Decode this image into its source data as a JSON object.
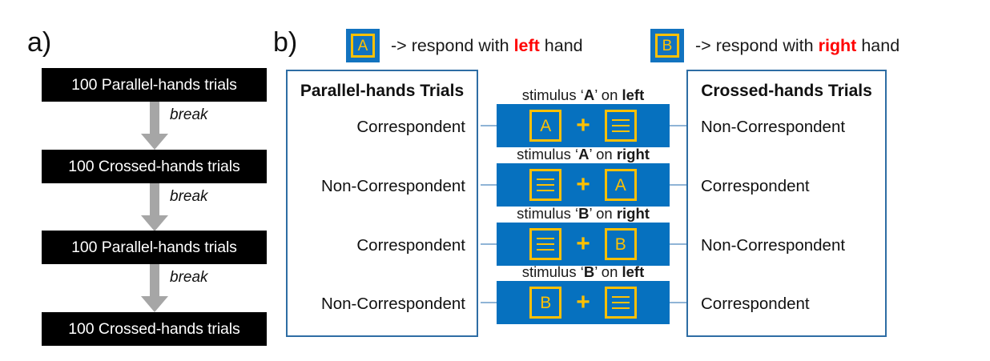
{
  "panel_a": {
    "letter": "a)",
    "steps": [
      {
        "label": "100 Parallel-hands trials"
      },
      {
        "label": "100 Crossed-hands trials"
      },
      {
        "label": "100 Parallel-hands trials"
      },
      {
        "label": "100 Crossed-hands trials"
      }
    ],
    "break_labels": [
      "break",
      "break",
      "break"
    ],
    "arrow_icon": "down-arrow-icon",
    "box_color": "#000000",
    "box_text_color": "#ffffff",
    "arrow_color": "#a6a6a6"
  },
  "panel_b": {
    "letter": "b)",
    "legend": [
      {
        "stimulus": "A",
        "text_before": "-> respond with ",
        "hand": "left",
        "text_after": " hand"
      },
      {
        "stimulus": "B",
        "text_before": "-> respond with ",
        "hand": "right",
        "text_after": " hand"
      }
    ],
    "left_panel": {
      "title": "Parallel-hands Trials",
      "labels": [
        "Correspondent",
        "Non-Correspondent",
        "Correspondent",
        "Non-Correspondent"
      ]
    },
    "right_panel": {
      "title": "Crossed-hands Trials",
      "labels": [
        "Non-Correspondent",
        "Correspondent",
        "Non-Correspondent",
        "Correspondent"
      ]
    },
    "stimuli": [
      {
        "caption_prefix": "stimulus ‘",
        "caption_letter": "A",
        "caption_mid": "’ on ",
        "caption_side": "left",
        "left_tile": "A",
        "right_tile": "distractor",
        "fixation": "+"
      },
      {
        "caption_prefix": "stimulus ‘",
        "caption_letter": "A",
        "caption_mid": "’ on ",
        "caption_side": "right",
        "left_tile": "distractor",
        "right_tile": "A",
        "fixation": "+"
      },
      {
        "caption_prefix": "stimulus ‘",
        "caption_letter": "B",
        "caption_mid": "’ on ",
        "caption_side": "right",
        "left_tile": "distractor",
        "right_tile": "B",
        "fixation": "+"
      },
      {
        "caption_prefix": "stimulus ‘",
        "caption_letter": "B",
        "caption_mid": "’ on ",
        "caption_side": "left",
        "left_tile": "B",
        "right_tile": "distractor",
        "fixation": "+"
      }
    ],
    "colors": {
      "screen_blue": "#0671bf",
      "stimulus_yellow": "#ffc000",
      "panel_border_blue": "#2e6da4",
      "connector_blue": "#8fb4d6",
      "hand_red": "#ff0000"
    }
  }
}
